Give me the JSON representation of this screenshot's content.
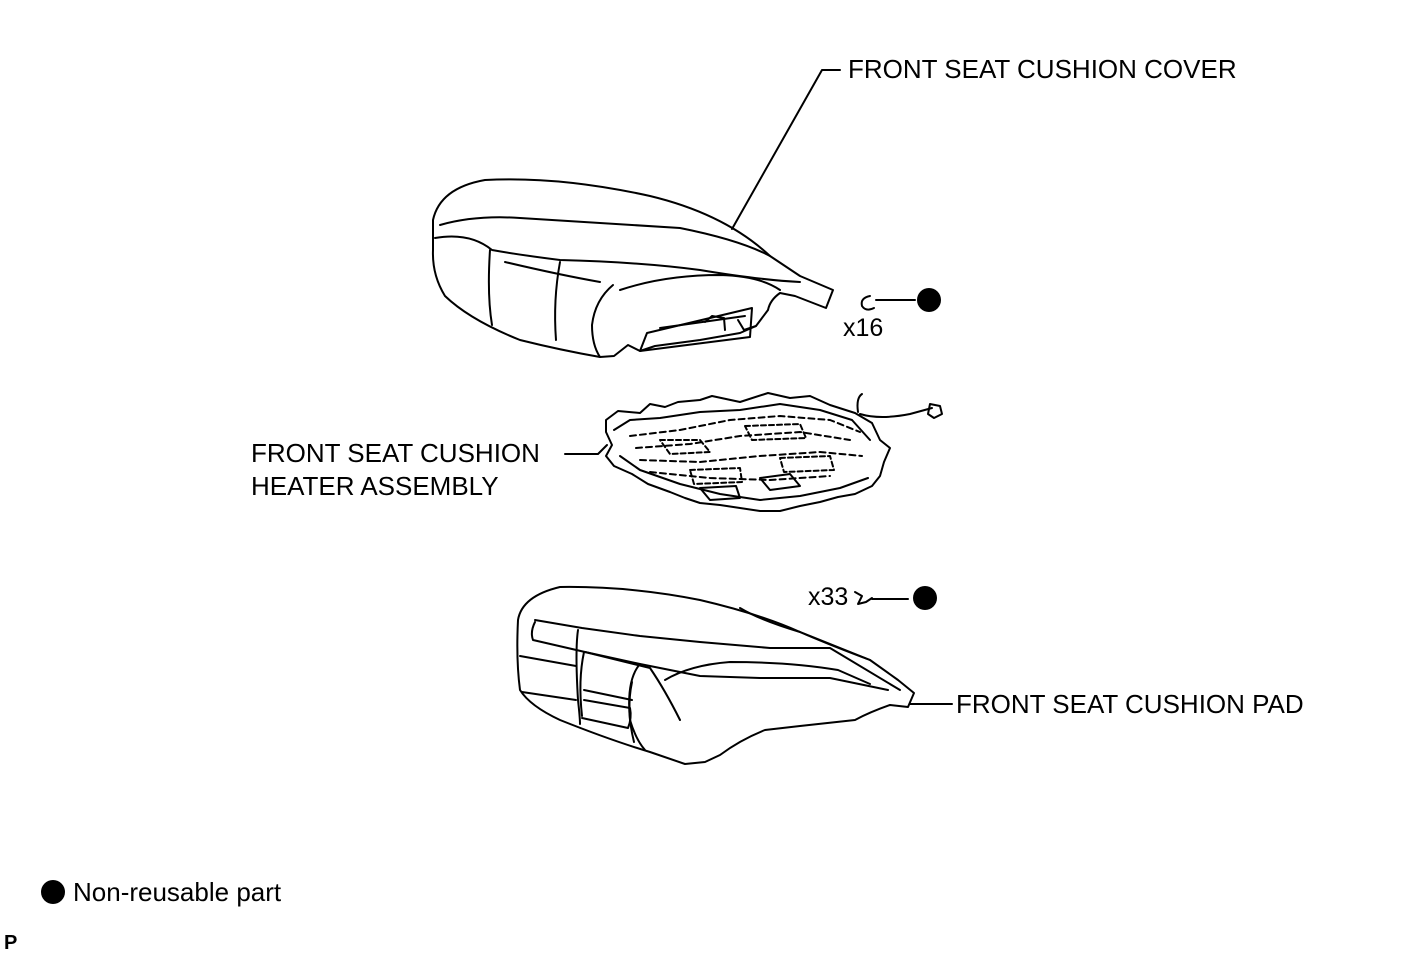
{
  "labels": {
    "cover": "FRONT SEAT CUSHION COVER",
    "heater_line1": "FRONT SEAT CUSHION",
    "heater_line2": "HEATER ASSEMBLY",
    "pad": "FRONT SEAT CUSHION PAD"
  },
  "quantities": {
    "hog_ring_cover": "x16",
    "hog_ring_pad": "x33"
  },
  "legend": {
    "non_reusable": "Non-reusable part"
  },
  "figure_code": "P"
}
